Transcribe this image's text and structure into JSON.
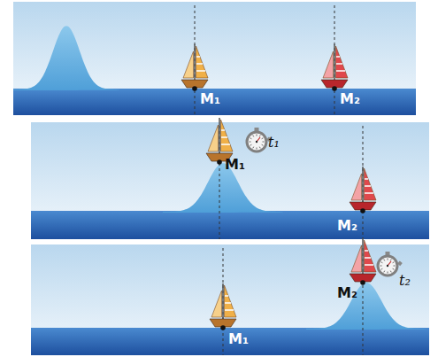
{
  "diagram": {
    "labels": [
      "M₁",
      "M₂",
      "M₁",
      "t₁",
      "M₂",
      "M₂",
      "t₂",
      "M₁"
    ]
  }
}
